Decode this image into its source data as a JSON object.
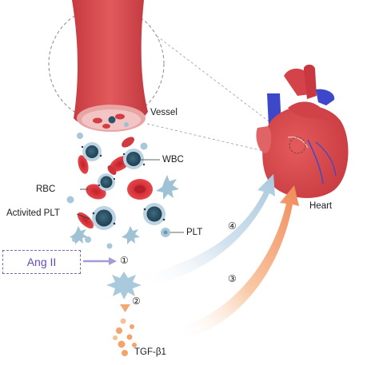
{
  "labels": {
    "vessel": "Vessel",
    "wbc": "WBC",
    "rbc": "RBC",
    "activated_plt": "Activited PLT",
    "plt": "PLT",
    "heart": "Heart",
    "ang2": "Ang II",
    "tgf": "TGF-β1"
  },
  "steps": [
    "①",
    "②",
    "③",
    "④"
  ],
  "colors": {
    "vessel_red": "#d94a4f",
    "rbc_red": "#d7363d",
    "wbc_blue": "#2c5468",
    "plt_blue": "#a8c7d8",
    "heart_red": "#d8464a",
    "aorta_blue": "#3d47c9",
    "ang_purple": "#6a48b8",
    "tgf_orange": "#f4a46b",
    "arrow_light_blue": "#b8d3e4",
    "arrow_orange": "#f29a6a"
  }
}
